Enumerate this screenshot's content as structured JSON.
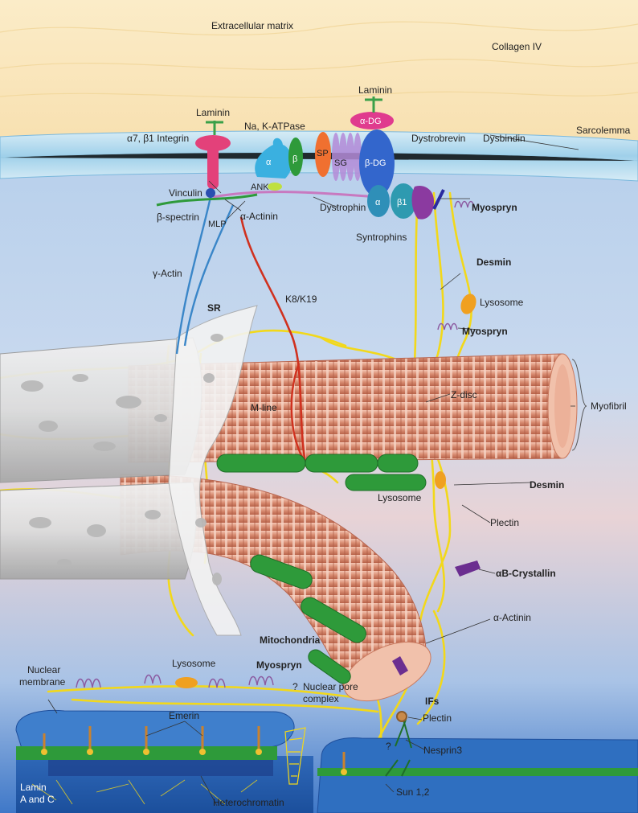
{
  "labels": {
    "ecm": "Extracellular matrix",
    "collagen": "Collagen IV",
    "sarcolemma": "Sarcolemma",
    "laminin_left": "Laminin",
    "laminin_right": "Laminin",
    "integrin": "α7, β1 Integrin",
    "atpase": "Na, K-ATPase",
    "atpase_alpha": "α",
    "atpase_beta": "β",
    "alpha_dg": "α-DG",
    "beta_dg": "β-DG",
    "sp": "SP",
    "sg": "SG",
    "dystrobrevin": "Dystrobrevin",
    "dysbindin": "Dysbindin",
    "vinculin": "Vinculin",
    "ank": "ANK",
    "dystrophin": "Dystrophin",
    "beta_spectrin": "β-spectrin",
    "mlp": "MLP",
    "alpha_actinin_top": "α-Actinin",
    "syntrophins": "Syntrophins",
    "syn_alpha": "α",
    "syn_beta1": "β1",
    "myospryn_top": "Myospryn",
    "gamma_actin": "γ-Actin",
    "k8k19": "K8/K19",
    "desmin_top": "Desmin",
    "sr": "SR",
    "lysosome_top": "Lysosome",
    "myospryn_mid": "Myospryn",
    "mline": "M-line",
    "zdisc": "Z-disc",
    "myofibril": "Myofibril",
    "desmin_mid": "Desmin",
    "lysosome_mid": "Lysosome",
    "plectin_mid": "Plectin",
    "ab_crystallin": "αB-Crystallin",
    "mitochondria": "Mitochondria",
    "alpha_actinin_bottom": "α-Actinin",
    "nuclear_membrane_1": "Nuclear",
    "nuclear_membrane_2": "membrane",
    "lysosome_bottom": "Lysosome",
    "myospryn_bottom": "Myospryn",
    "nuclear_pore_q": "?",
    "nuclear_pore_1": "Nuclear pore",
    "nuclear_pore_2": "complex",
    "ifs": "IFs",
    "emerin": "Emerin",
    "plectin_bottom": "Plectin",
    "q_left": "?",
    "nesprin": "Nesprin3",
    "lamin_1": "Lamin",
    "lamin_2": "A and C",
    "heterochromatin": "Heterochromatin",
    "sun": "Sun 1,2"
  },
  "colors": {
    "desmin": "#f2d81a",
    "mitochondria": "#2e9a3a",
    "myofibril": "#d9907a",
    "dystrophin": "#c879c0",
    "k8k19": "#d0311f",
    "actin": "#3a86c8",
    "lysosome": "#f0a020",
    "crystallin": "#6b2e90"
  },
  "icons": [
    "laminin-icon",
    "integrin-icon",
    "atpase-icon",
    "dystroglycan-icon",
    "sarcoglycan-icon",
    "syntrophin-icon",
    "dystrobrevin-icon",
    "myospryn-coil-icon",
    "lysosome-icon",
    "mitochondrion-icon",
    "crystallin-icon",
    "nuclear-pore-icon",
    "emerin-icon"
  ]
}
